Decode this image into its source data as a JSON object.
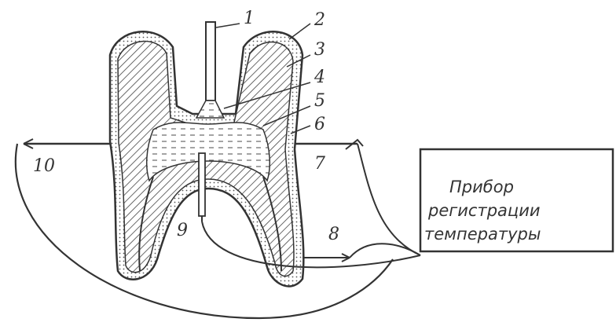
{
  "labels": {
    "n1": "1",
    "n2": "2",
    "n3": "3",
    "n4": "4",
    "n5": "5",
    "n6": "6",
    "n7": "7",
    "n8": "8",
    "n9": "9",
    "n10": "10"
  },
  "device_box": {
    "line1": "Прибор",
    "line2": "регистрации",
    "line3": "температуры"
  },
  "colors": {
    "ink": "#333333",
    "paper": "#ffffff"
  }
}
